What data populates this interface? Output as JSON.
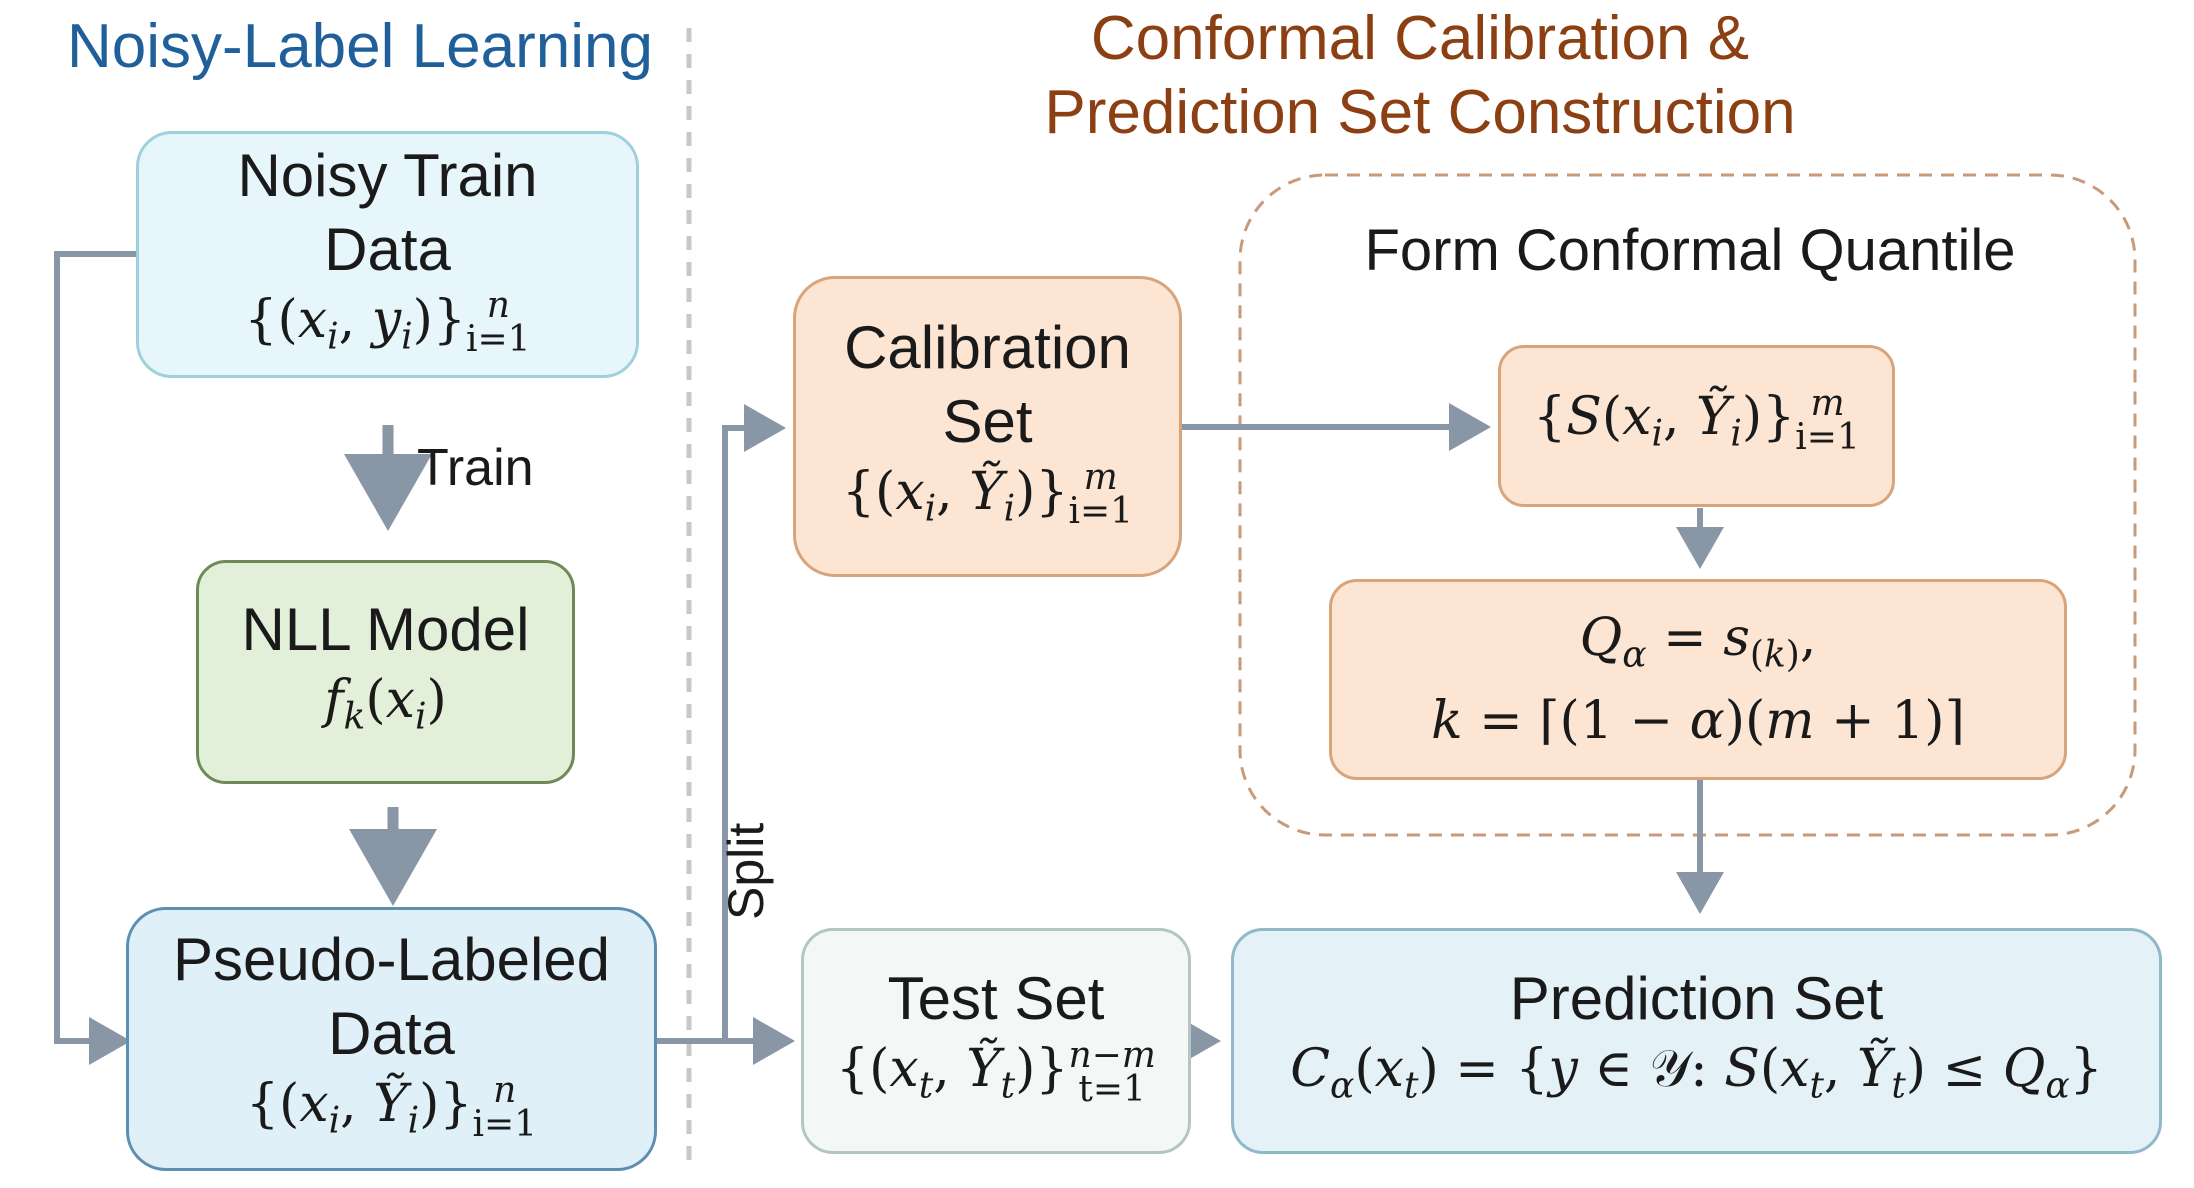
{
  "colors": {
    "left_header": "#1f5f9a",
    "right_header": "#8b3f12",
    "arrow": "#8896a6",
    "divider": "#c8c8c8",
    "quantile_dash": "#c89a78"
  },
  "headers": {
    "left": "Noisy-Label Learning",
    "right_line1": "Conformal Calibration &",
    "right_line2": "Prediction Set Construction"
  },
  "nodes": {
    "noisy_train": {
      "line1": "Noisy Train",
      "line2": "Data",
      "math": "{(x_i, y_i)}_{i=1}^n"
    },
    "nll_model": {
      "title": "NLL Model",
      "math": "f_k(x_i)"
    },
    "pseudo": {
      "line1": "Pseudo-Labeled",
      "line2": "Data",
      "math": "{(x_i, Ỹ_i)}_{i=1}^n"
    },
    "calibration": {
      "line1": "Calibration",
      "line2": "Set",
      "math": "{(x_i, Ỹ_i)}_{i=1}^m"
    },
    "test": {
      "title": "Test Set",
      "math": "{(x_t, Ỹ_t)}_{t=1}^{n−m}"
    },
    "scores": {
      "math": "{S(x_i, Ỹ_i)}_{i=1}^m"
    },
    "quantile": {
      "line1": "Q_α = s_(k),",
      "line2": "k = ⌈(1 − α)(m + 1)⌉"
    },
    "prediction": {
      "title": "Prediction Set",
      "math": "C_α(x_t) = {y ∈ 𝒴: S(x_t, Ỹ_t) ≤ Q_α}"
    }
  },
  "group": {
    "title": "Form Conformal Quantile"
  },
  "edge_labels": {
    "train": "Train",
    "split": "Split"
  }
}
